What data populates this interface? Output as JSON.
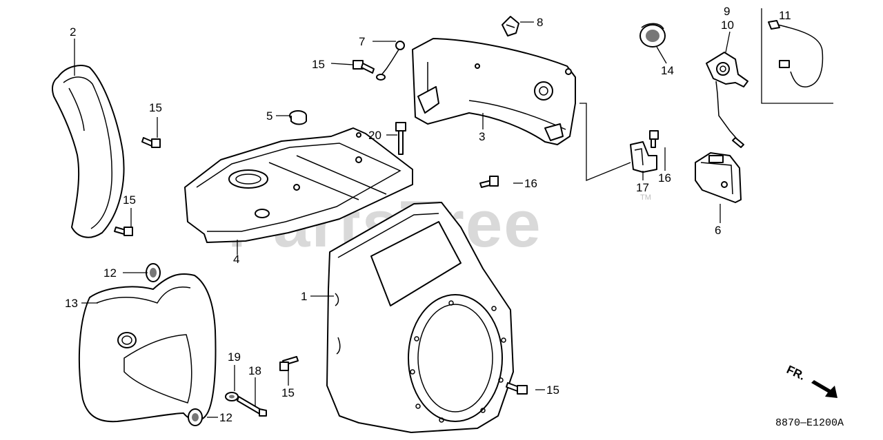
{
  "watermark": {
    "text": "PartsTree",
    "mark": "TM"
  },
  "diagram_code": "8870—E1200A",
  "direction_label": "FR.",
  "callouts": [
    {
      "id": "c1",
      "text": "1"
    },
    {
      "id": "c2",
      "text": "2"
    },
    {
      "id": "c3",
      "text": "3"
    },
    {
      "id": "c4",
      "text": "4"
    },
    {
      "id": "c5",
      "text": "5"
    },
    {
      "id": "c6",
      "text": "6"
    },
    {
      "id": "c7",
      "text": "7"
    },
    {
      "id": "c8",
      "text": "8"
    },
    {
      "id": "c9",
      "text": "9"
    },
    {
      "id": "c10",
      "text": "10"
    },
    {
      "id": "c11",
      "text": "11"
    },
    {
      "id": "c12a",
      "text": "12"
    },
    {
      "id": "c12b",
      "text": "12"
    },
    {
      "id": "c13",
      "text": "13"
    },
    {
      "id": "c14",
      "text": "14"
    },
    {
      "id": "c15a",
      "text": "15"
    },
    {
      "id": "c15b",
      "text": "15"
    },
    {
      "id": "c15c",
      "text": "15"
    },
    {
      "id": "c15d",
      "text": "15"
    },
    {
      "id": "c15e",
      "text": "15"
    },
    {
      "id": "c16a",
      "text": "16"
    },
    {
      "id": "c16b",
      "text": "16"
    },
    {
      "id": "c17",
      "text": "17"
    },
    {
      "id": "c18",
      "text": "18"
    },
    {
      "id": "c19",
      "text": "19"
    },
    {
      "id": "c20",
      "text": "20"
    }
  ]
}
